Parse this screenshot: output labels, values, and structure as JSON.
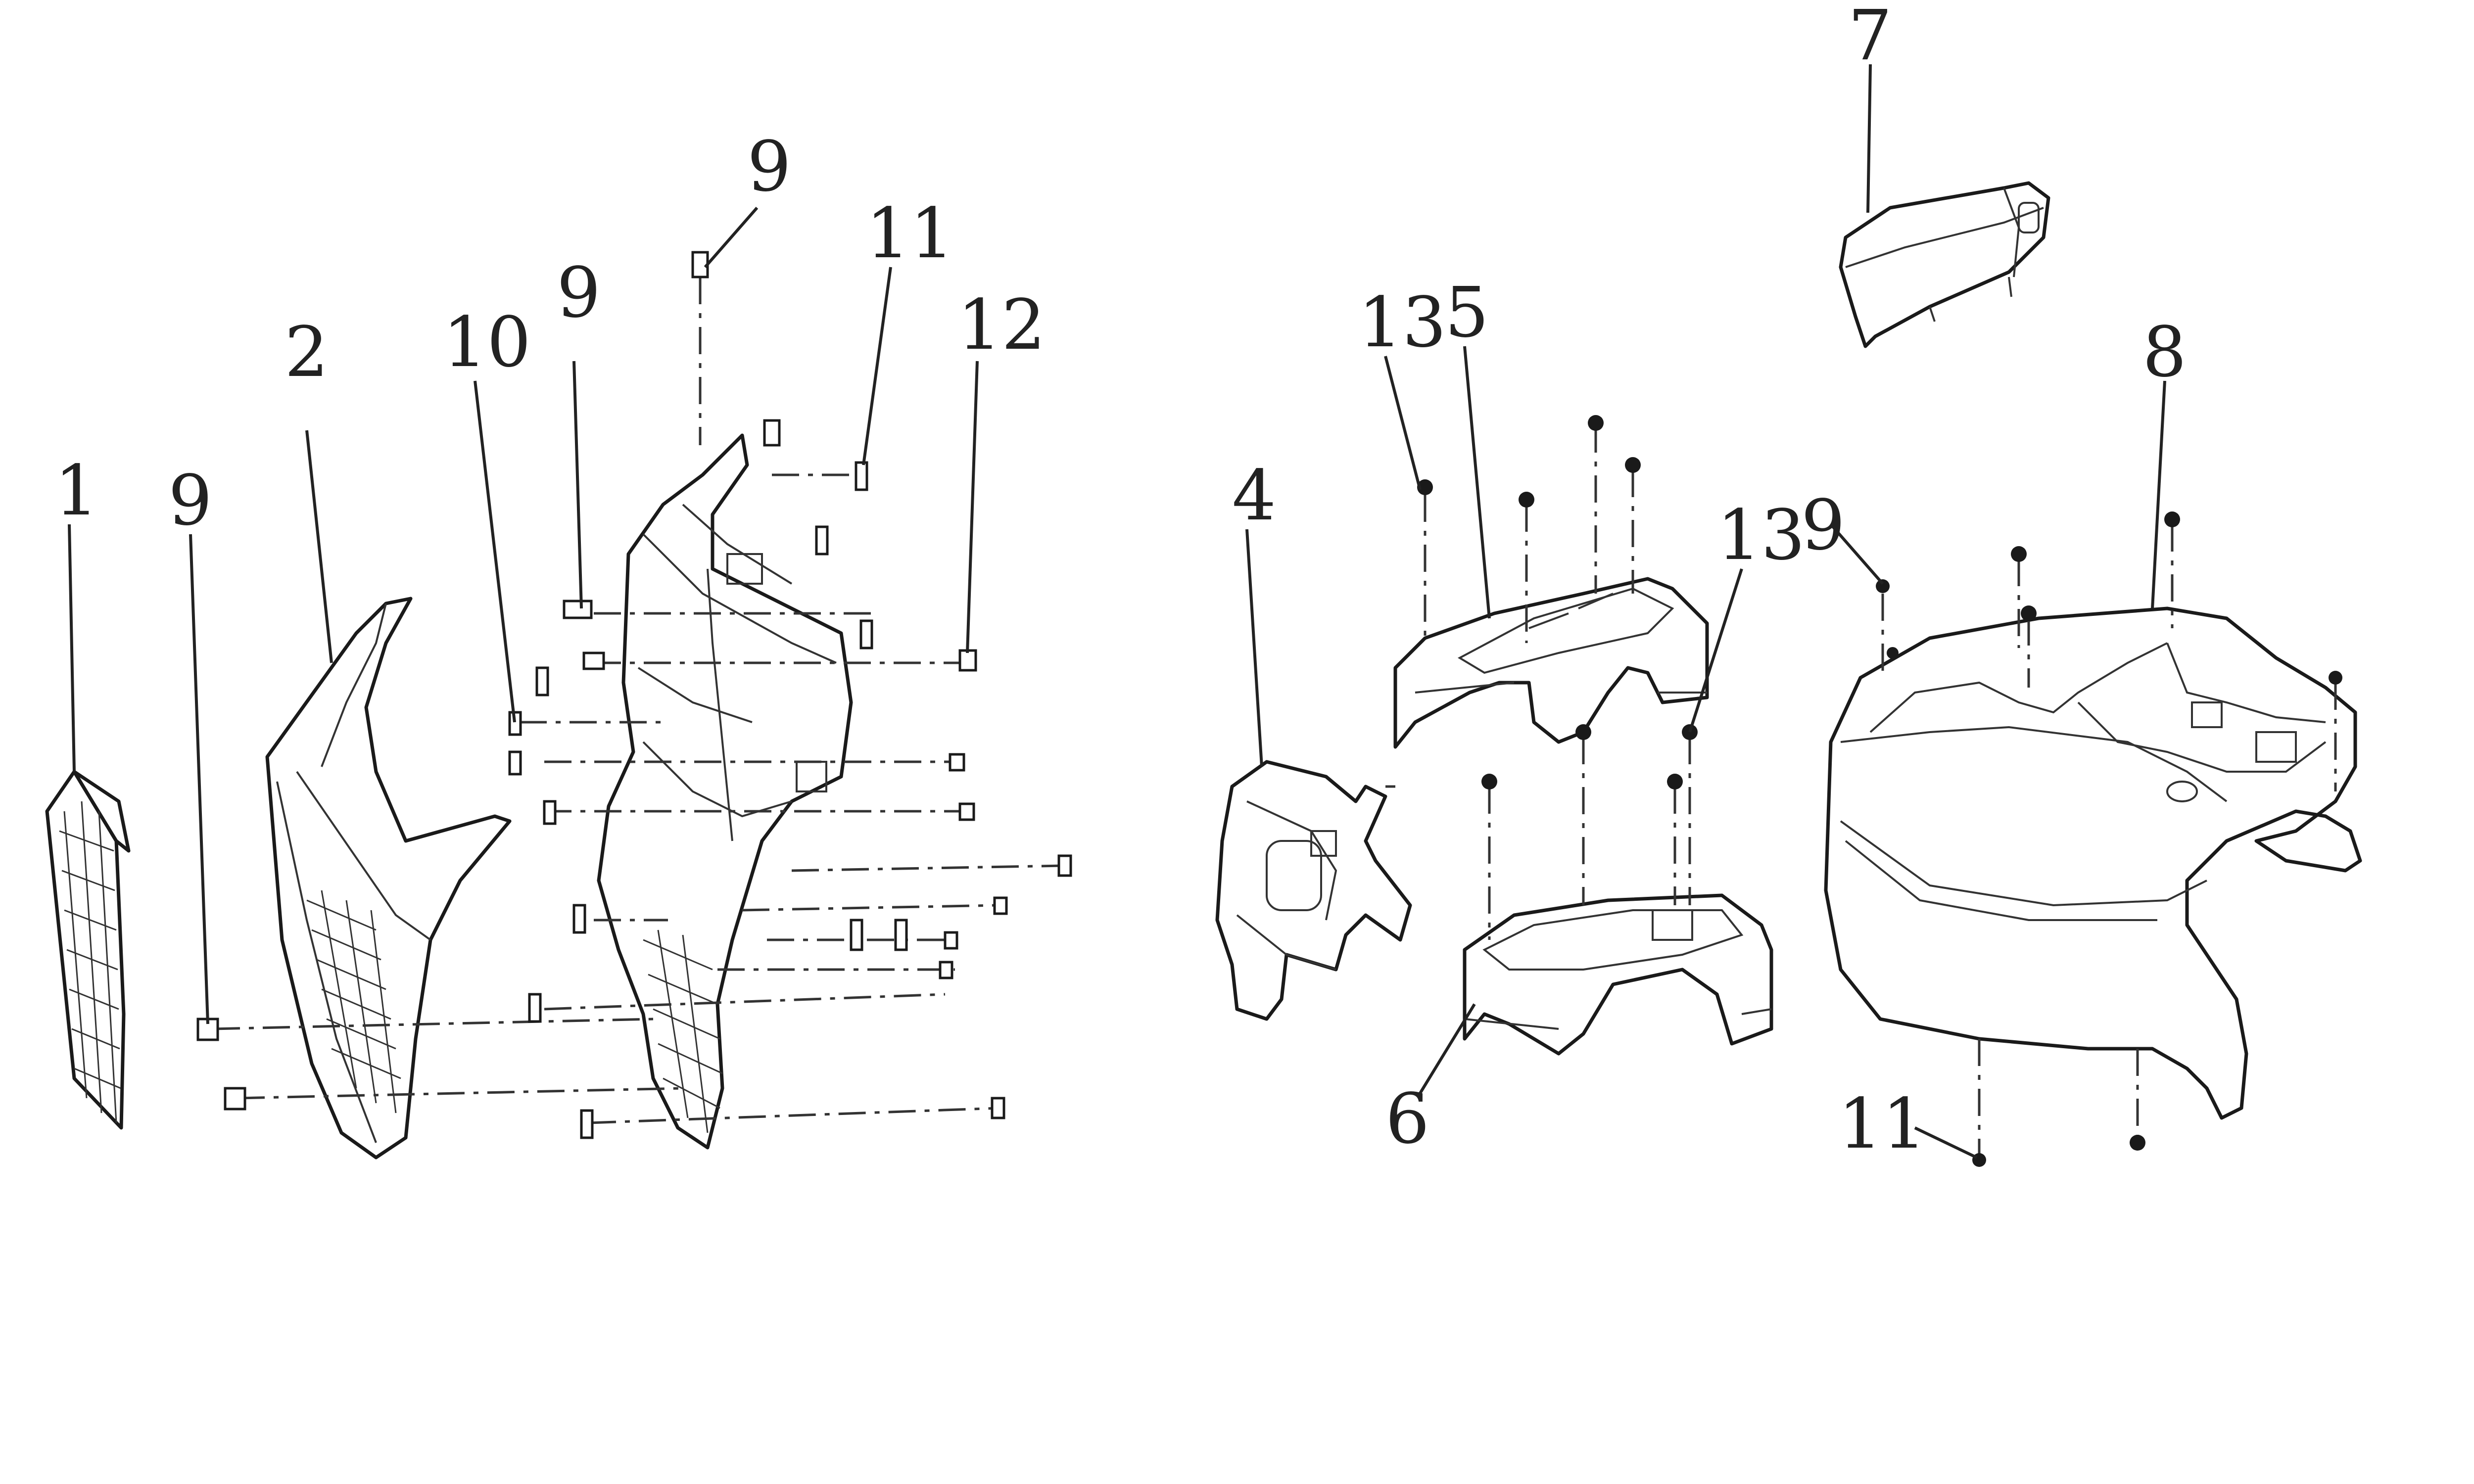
{
  "diagram": {
    "callouts": [
      {
        "id": "c1",
        "label": "1"
      },
      {
        "id": "c2",
        "label": "2"
      },
      {
        "id": "c9a",
        "label": "9"
      },
      {
        "id": "c10",
        "label": "10"
      },
      {
        "id": "c9b",
        "label": "9"
      },
      {
        "id": "c9c",
        "label": "9"
      },
      {
        "id": "c11a",
        "label": "11"
      },
      {
        "id": "c12",
        "label": "12"
      },
      {
        "id": "c13a",
        "label": "13"
      },
      {
        "id": "c5",
        "label": "5"
      },
      {
        "id": "c4",
        "label": "4"
      },
      {
        "id": "c13b",
        "label": "13"
      },
      {
        "id": "c6",
        "label": "6"
      },
      {
        "id": "c7",
        "label": "7"
      },
      {
        "id": "c8",
        "label": "8"
      },
      {
        "id": "c9d",
        "label": "9"
      },
      {
        "id": "c11b",
        "label": "11"
      }
    ],
    "colors": {
      "line": "#1a1a1a",
      "background": "#ffffff"
    }
  }
}
